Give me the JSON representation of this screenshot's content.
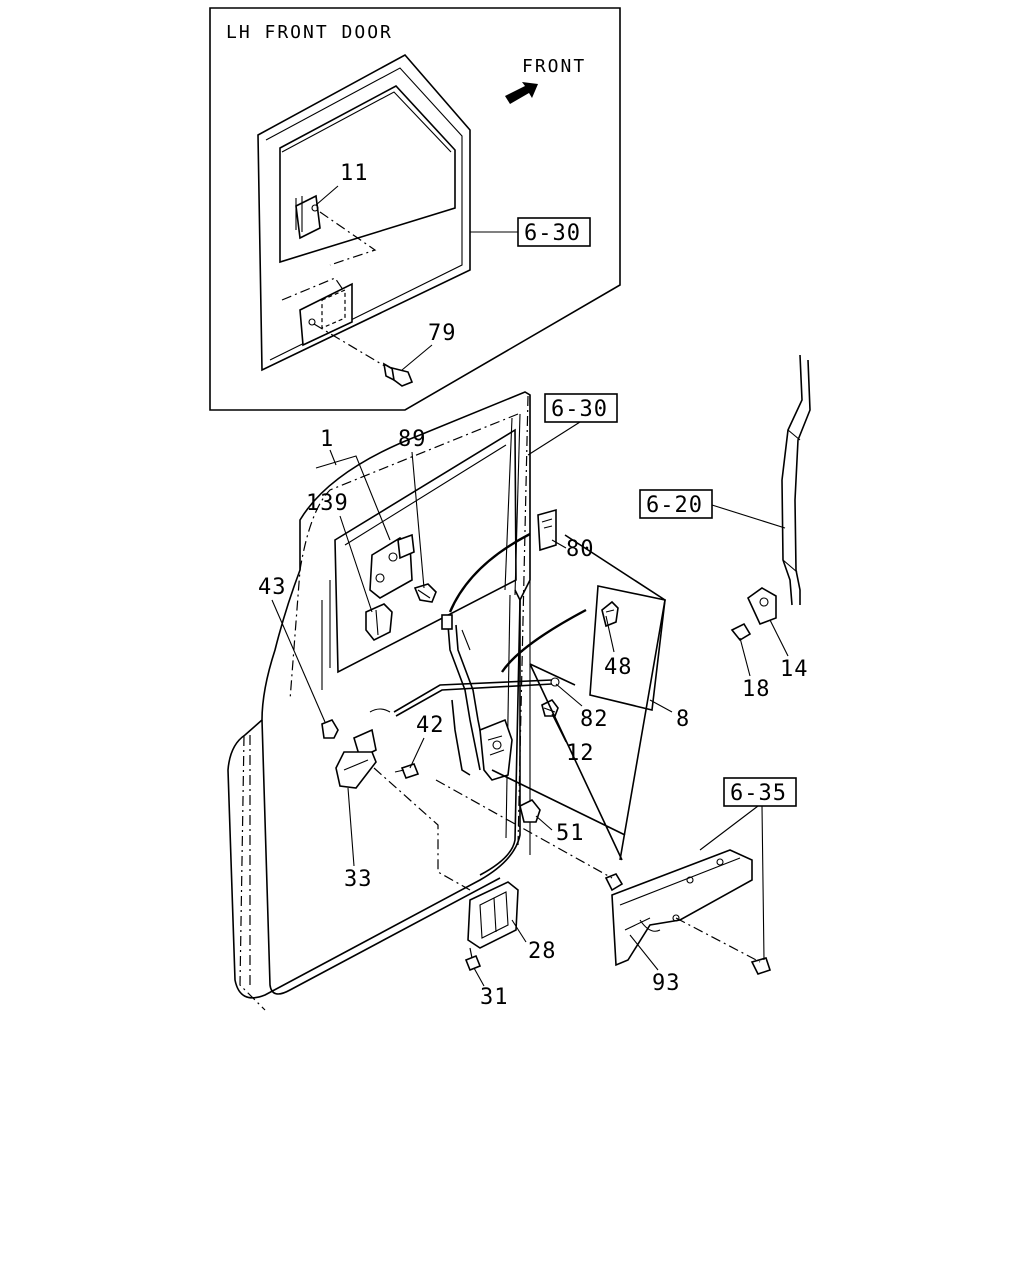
{
  "inset": {
    "title": "LH FRONT DOOR",
    "direction": "FRONT",
    "ref": "6-30",
    "parts": [
      "11",
      "79"
    ]
  },
  "refs": {
    "main_door": "6-30",
    "body_pillar": "6-20",
    "bracket": "6-35"
  },
  "parts": {
    "p1": "1",
    "p89": "89",
    "p139": "139",
    "p43": "43",
    "p80": "80",
    "p48": "48",
    "p82": "82",
    "p8": "8",
    "p42": "42",
    "p12": "12",
    "p51": "51",
    "p33": "33",
    "p28": "28",
    "p31": "31",
    "p93": "93",
    "p18": "18",
    "p14": "14"
  }
}
